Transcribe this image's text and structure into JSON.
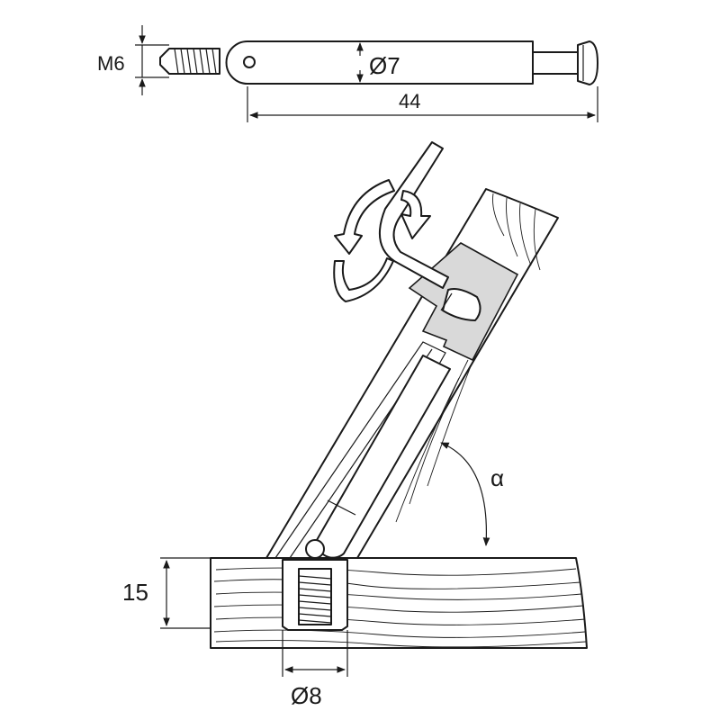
{
  "labels": {
    "thread": "M6",
    "pin_diameter": "Ø7",
    "pin_length": "44",
    "board_thickness": "15",
    "hole_diameter": "Ø8",
    "angle": "α"
  },
  "colors": {
    "line": "#1a1a1a",
    "insert_fill": "#d9d9d9",
    "background": "#ffffff"
  }
}
